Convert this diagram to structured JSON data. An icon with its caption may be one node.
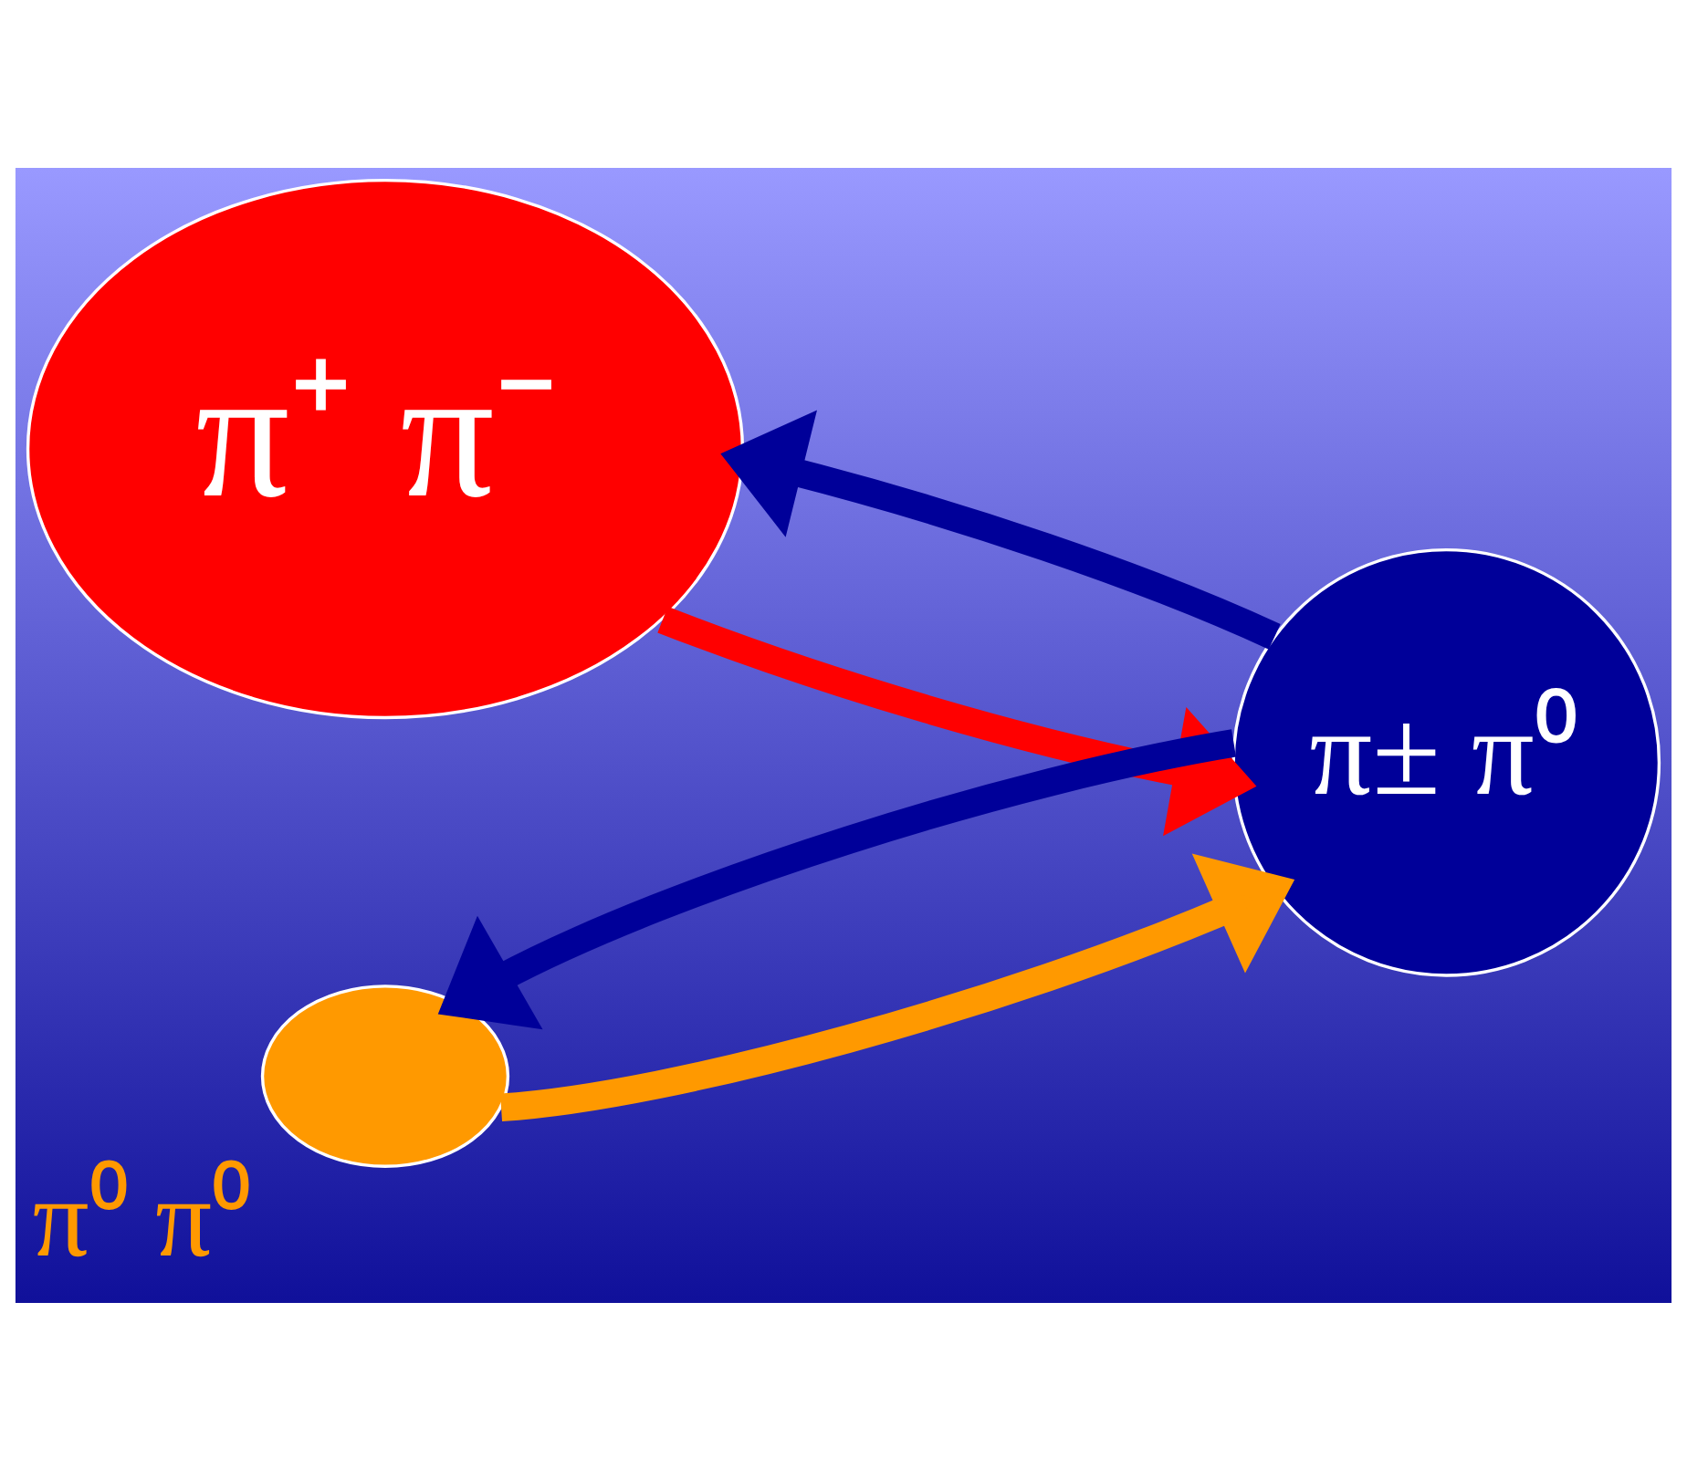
{
  "diagram": {
    "nodes": [
      {
        "text": [
          "π⁺ π⁻"
        ]
      },
      {
        "text": [
          "π± π⁰"
        ]
      },
      {
        "text": [],
        "shape": "circle",
        "beside": [
          "π⁰ π⁰"
        ]
      }
    ],
    "edges": [
      {
        "from": 0,
        "to": 1,
        "arrow": "to",
        "color": "#ff0000"
      },
      {
        "from": 1,
        "to": 0,
        "arrow": "to"
      },
      {
        "from": 1,
        "to": 2,
        "arrow": "to"
      },
      {
        "from": 2,
        "to": 1,
        "arrow": "to",
        "color": "#ff9900"
      }
    ]
  }
}
